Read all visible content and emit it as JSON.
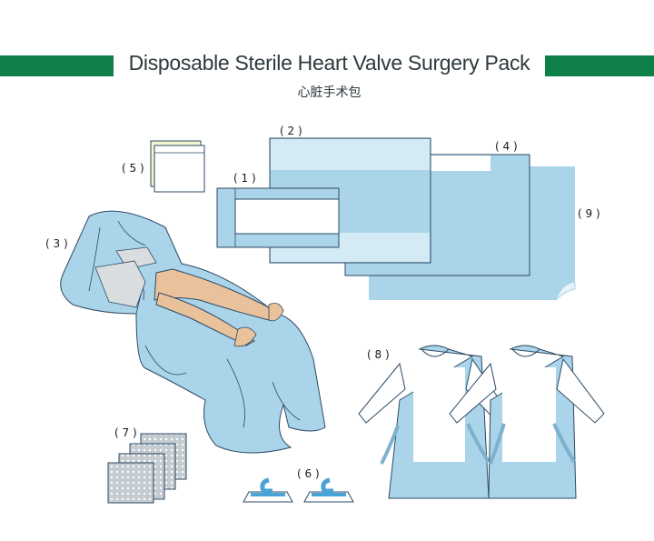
{
  "header": {
    "title": "Disposable Sterile Heart Valve Surgery Pack",
    "subtitle": "心脏手术包"
  },
  "colors": {
    "accent_band": "#0e8048",
    "drape_blue": "#a9d4ea",
    "drape_light": "#d4eaf4",
    "outline": "#2e4a63",
    "skin": "#e9c29c"
  },
  "labels": {
    "item1": "( 1 )",
    "item2": "( 2 )",
    "item3": "( 3 )",
    "item4": "( 4 )",
    "item5": "( 5 )",
    "item6": "( 6 )",
    "item7": "( 7 )",
    "item8": "( 8 )",
    "item9": "( 9 )"
  }
}
